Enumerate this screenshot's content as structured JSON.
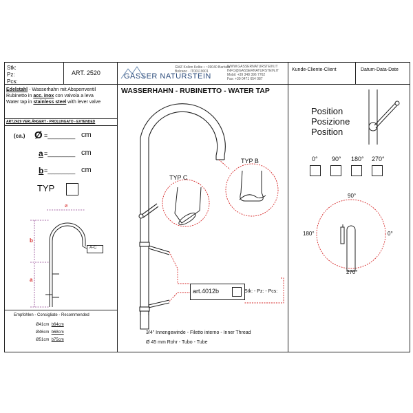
{
  "header": {
    "stk": "Stk:",
    "pz": "Pz:",
    "pcs": "Pcs:",
    "art": "ART. 2520",
    "logo_text": "GASSER NATURSTEIN",
    "company_block": "GMZ Kollon Kolite • ~39040 Barbian\nBolzano · IT00119001",
    "contact_block": "WWW.GASSERNATURSTEIN.IT\nINFO@GASSERNATURSTEIN.IT\nMobil: +39 348 396 7762\nFax: +39 0471 654 087",
    "kunde": "Kunde-Cliente-Client",
    "datum": "Datum-Data-Date"
  },
  "left": {
    "description": [
      {
        "text": "Edelstahl",
        "style": "bu"
      },
      {
        "text": " - Wasserhahn mit Absperrventil",
        "style": ""
      },
      {
        "text": "Rubinetto in ",
        "style": ""
      },
      {
        "text": "acc. inox",
        "style": "bu"
      },
      {
        "text": " con valvola a leva",
        "style": ""
      },
      {
        "text": "Water tap in ",
        "style": ""
      },
      {
        "text": "stainless steel",
        "style": "bu"
      },
      {
        "text": " with lever valve",
        "style": ""
      }
    ],
    "extended_note": "ART.2429  VERLÄNGERT - PROLUNGATO - EXTENDED",
    "ca_label": "(ca.)",
    "diam_symbol": "Ø",
    "diam_unit": "cm",
    "a_label": "a",
    "a_unit": "cm",
    "b_label": "b",
    "b_unit": "cm",
    "blank": "=________",
    "typ_label": "TYP",
    "drawing_labels": {
      "diam": "ø",
      "b": "b",
      "a": "a",
      "ac": "A-C"
    },
    "recommended_title": "Empfohlen - Consigliate - Recommended",
    "recommended_rows": [
      {
        "d": "Ø41cm",
        "b": "b64cm"
      },
      {
        "d": "Ø46cm",
        "b": "b68cm"
      },
      {
        "d": "Ø51cm",
        "b": "b75cm"
      }
    ]
  },
  "center": {
    "title": "WASSERHAHN - RUBINETTO - WATER TAP",
    "typ_c": "TYP  C",
    "typ_b": "TYP  B",
    "art_4012b": "art.4012b",
    "art_qty": "Stk: - Pz: - Pcs:",
    "thread": "3/4\" Innengewinde - Filetto interno - Inner Thread",
    "tube": "Ø 45 mm  Rohr - Tubo - Tube"
  },
  "right": {
    "position_lines": [
      "Position",
      "Posizione",
      "Position"
    ],
    "angles": [
      "0°",
      "90°",
      "180°",
      "270°"
    ],
    "dial": {
      "top": "90°",
      "left": "180°",
      "right": "0°",
      "bottom": "270°"
    }
  },
  "colors": {
    "accent_red": "#d62828",
    "purple_dim": "#8a3a8a",
    "line": "#222222"
  }
}
